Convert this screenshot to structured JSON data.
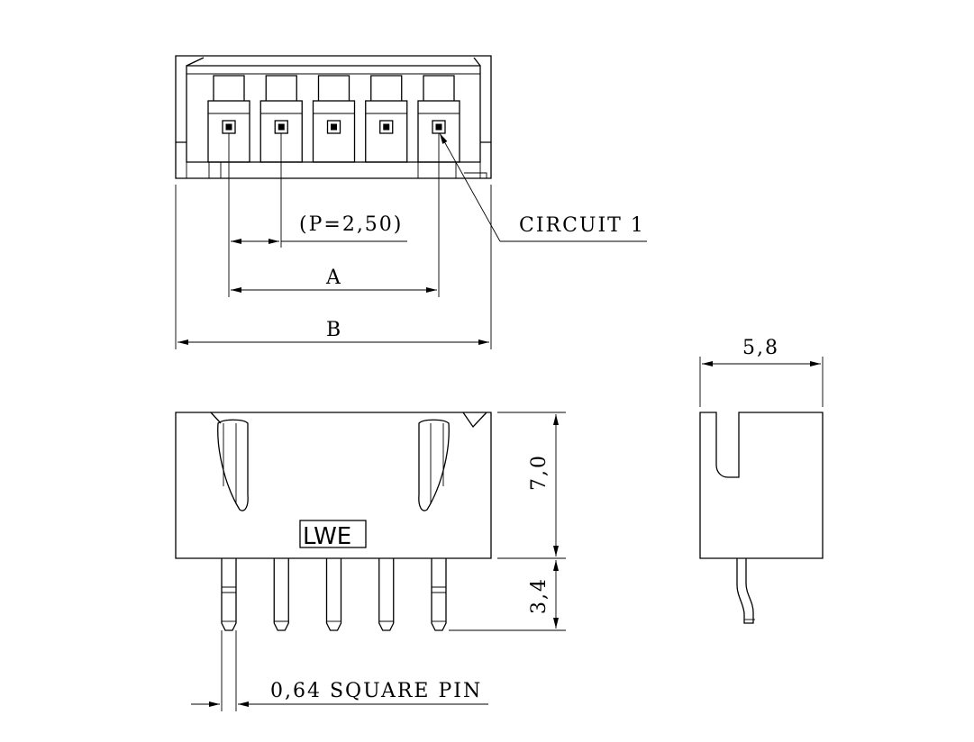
{
  "drawing": {
    "pitch_label": "(P=2,50)",
    "dim_a_label": "A",
    "dim_b_label": "B",
    "circuit_label": "CIRCUIT 1",
    "width_label": "5,8",
    "height_label": "7,0",
    "pin_length_label": "3,4",
    "pin_label": "0,64 SQUARE PIN",
    "brand_label": "LWE",
    "circuit_count": 5
  }
}
